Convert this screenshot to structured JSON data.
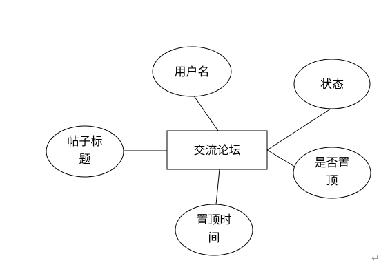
{
  "entity": {
    "label": "交流论坛"
  },
  "attributes": {
    "username": [
      "用户名"
    ],
    "status": [
      "状态"
    ],
    "post_title": [
      "帖子标",
      "题"
    ],
    "is_pinned": [
      "是否置",
      "顶"
    ],
    "pin_time": [
      "置顶时",
      "间"
    ]
  },
  "page": {
    "paragraph_mark": "↵"
  }
}
